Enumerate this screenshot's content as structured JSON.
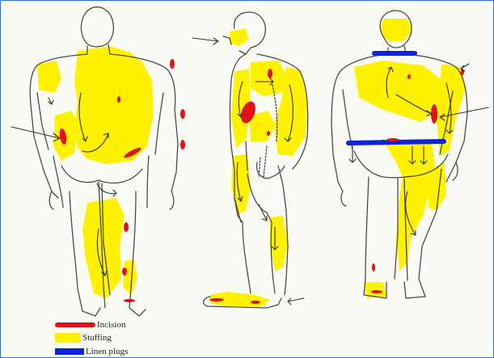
{
  "legend": {
    "items": [
      {
        "key": "incision",
        "label": "Incision",
        "color": "#e0121b"
      },
      {
        "key": "stuffing",
        "label": "Stuffing",
        "color": "#fff200"
      },
      {
        "key": "linen_plugs",
        "label": "Linen plugs",
        "color": "#0d24d9"
      }
    ]
  },
  "colors": {
    "outline": "#4a4a4a",
    "stuffing": "#fff200",
    "incision": "#e0121b",
    "linen_plugs": "#0d24d9",
    "paper": "#fbfbf6",
    "frame_border": "#2f6fd6"
  },
  "figures": [
    {
      "key": "back_view",
      "view": "back"
    },
    {
      "key": "side_view",
      "view": "side"
    },
    {
      "key": "front_view",
      "view": "front"
    }
  ]
}
